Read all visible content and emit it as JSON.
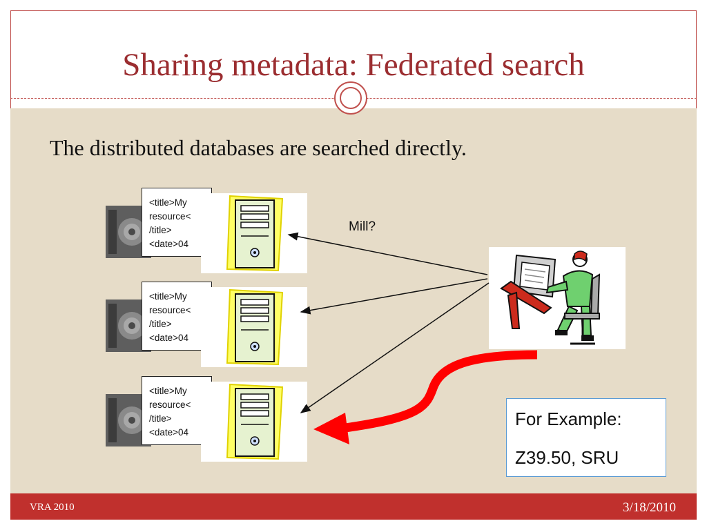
{
  "slide": {
    "title": "Sharing metadata: Federated search",
    "subtitle": "The distributed databases are searched directly.",
    "footer_left": "VRA 2010",
    "footer_right": "3/18/2010"
  },
  "diagram": {
    "record_lines": [
      "<title>My",
      "resource<",
      "/title>",
      "<date>04"
    ],
    "arrow_label": "Mill?",
    "example_box": {
      "line1": "For Example:",
      "line2": "Z39.50, SRU"
    }
  },
  "colors": {
    "accent": "#c0504d",
    "title": "#9b2d30",
    "content_bg": "#e6dcc8",
    "footer": "#c0302d",
    "big_arrow": "#ff0000"
  }
}
